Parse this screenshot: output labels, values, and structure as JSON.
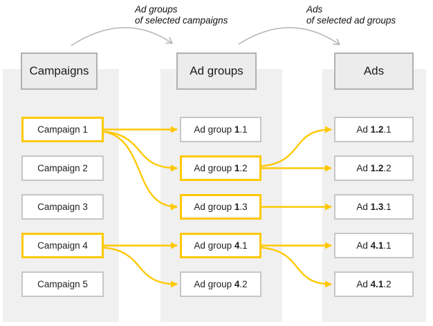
{
  "diagram": {
    "flow_labels": [
      {
        "line1": "Ad groups",
        "line2": "of selected campaigns"
      },
      {
        "line1": "Ads",
        "line2": "of selected ad groups"
      }
    ],
    "columns": [
      {
        "header": "Campaigns",
        "items": [
          {
            "pre": "Campaign 1",
            "bold": "",
            "suf": "",
            "highlighted": true
          },
          {
            "pre": "Campaign 2",
            "bold": "",
            "suf": "",
            "highlighted": false
          },
          {
            "pre": "Campaign 3",
            "bold": "",
            "suf": "",
            "highlighted": false
          },
          {
            "pre": "Campaign 4",
            "bold": "",
            "suf": "",
            "highlighted": true
          },
          {
            "pre": "Campaign 5",
            "bold": "",
            "suf": "",
            "highlighted": false
          }
        ]
      },
      {
        "header": "Ad groups",
        "items": [
          {
            "pre": "Ad group ",
            "bold": "1",
            "suf": ".1",
            "highlighted": false
          },
          {
            "pre": "Ad group ",
            "bold": "1",
            "suf": ".2",
            "highlighted": true
          },
          {
            "pre": "Ad group ",
            "bold": "1",
            "suf": ".3",
            "highlighted": true
          },
          {
            "pre": "Ad group ",
            "bold": "4",
            "suf": ".1",
            "highlighted": true
          },
          {
            "pre": "Ad group ",
            "bold": "4",
            "suf": ".2",
            "highlighted": false
          }
        ]
      },
      {
        "header": "Ads",
        "items": [
          {
            "pre": "Ad ",
            "bold": "1.2",
            "suf": ".1",
            "highlighted": false
          },
          {
            "pre": "Ad ",
            "bold": "1.2",
            "suf": ".2",
            "highlighted": false
          },
          {
            "pre": "Ad ",
            "bold": "1.3",
            "suf": ".1",
            "highlighted": false
          },
          {
            "pre": "Ad ",
            "bold": "4.1",
            "suf": ".1",
            "highlighted": false
          },
          {
            "pre": "Ad ",
            "bold": "4.1",
            "suf": ".2",
            "highlighted": false
          }
        ]
      }
    ],
    "connections": [
      {
        "from": "Campaign 1",
        "to": "Ad group 1.1",
        "fc": 0,
        "fr": 0,
        "tc": 1,
        "tr": 0
      },
      {
        "from": "Campaign 1",
        "to": "Ad group 1.2",
        "fc": 0,
        "fr": 0,
        "tc": 1,
        "tr": 1
      },
      {
        "from": "Campaign 1",
        "to": "Ad group 1.3",
        "fc": 0,
        "fr": 0,
        "tc": 1,
        "tr": 2
      },
      {
        "from": "Campaign 4",
        "to": "Ad group 4.1",
        "fc": 0,
        "fr": 3,
        "tc": 1,
        "tr": 3
      },
      {
        "from": "Campaign 4",
        "to": "Ad group 4.2",
        "fc": 0,
        "fr": 3,
        "tc": 1,
        "tr": 4
      },
      {
        "from": "Ad group 1.2",
        "to": "Ad 1.2.1",
        "fc": 1,
        "fr": 1,
        "tc": 2,
        "tr": 0
      },
      {
        "from": "Ad group 1.2",
        "to": "Ad 1.2.2",
        "fc": 1,
        "fr": 1,
        "tc": 2,
        "tr": 1
      },
      {
        "from": "Ad group 1.3",
        "to": "Ad 1.3.1",
        "fc": 1,
        "fr": 2,
        "tc": 2,
        "tr": 2
      },
      {
        "from": "Ad group 4.1",
        "to": "Ad 4.1.1",
        "fc": 1,
        "fr": 3,
        "tc": 2,
        "tr": 3
      },
      {
        "from": "Ad group 4.1",
        "to": "Ad 4.1.2",
        "fc": 1,
        "fr": 3,
        "tc": 2,
        "tr": 4
      }
    ],
    "colors": {
      "highlight_yellow": "#ffc800",
      "box_border_gray": "#c6c6c6",
      "header_fill": "#ececec",
      "header_border": "#b0b0b0",
      "column_strip": "#f0f0f0",
      "flow_arc_gray": "#b3b3b3"
    }
  }
}
